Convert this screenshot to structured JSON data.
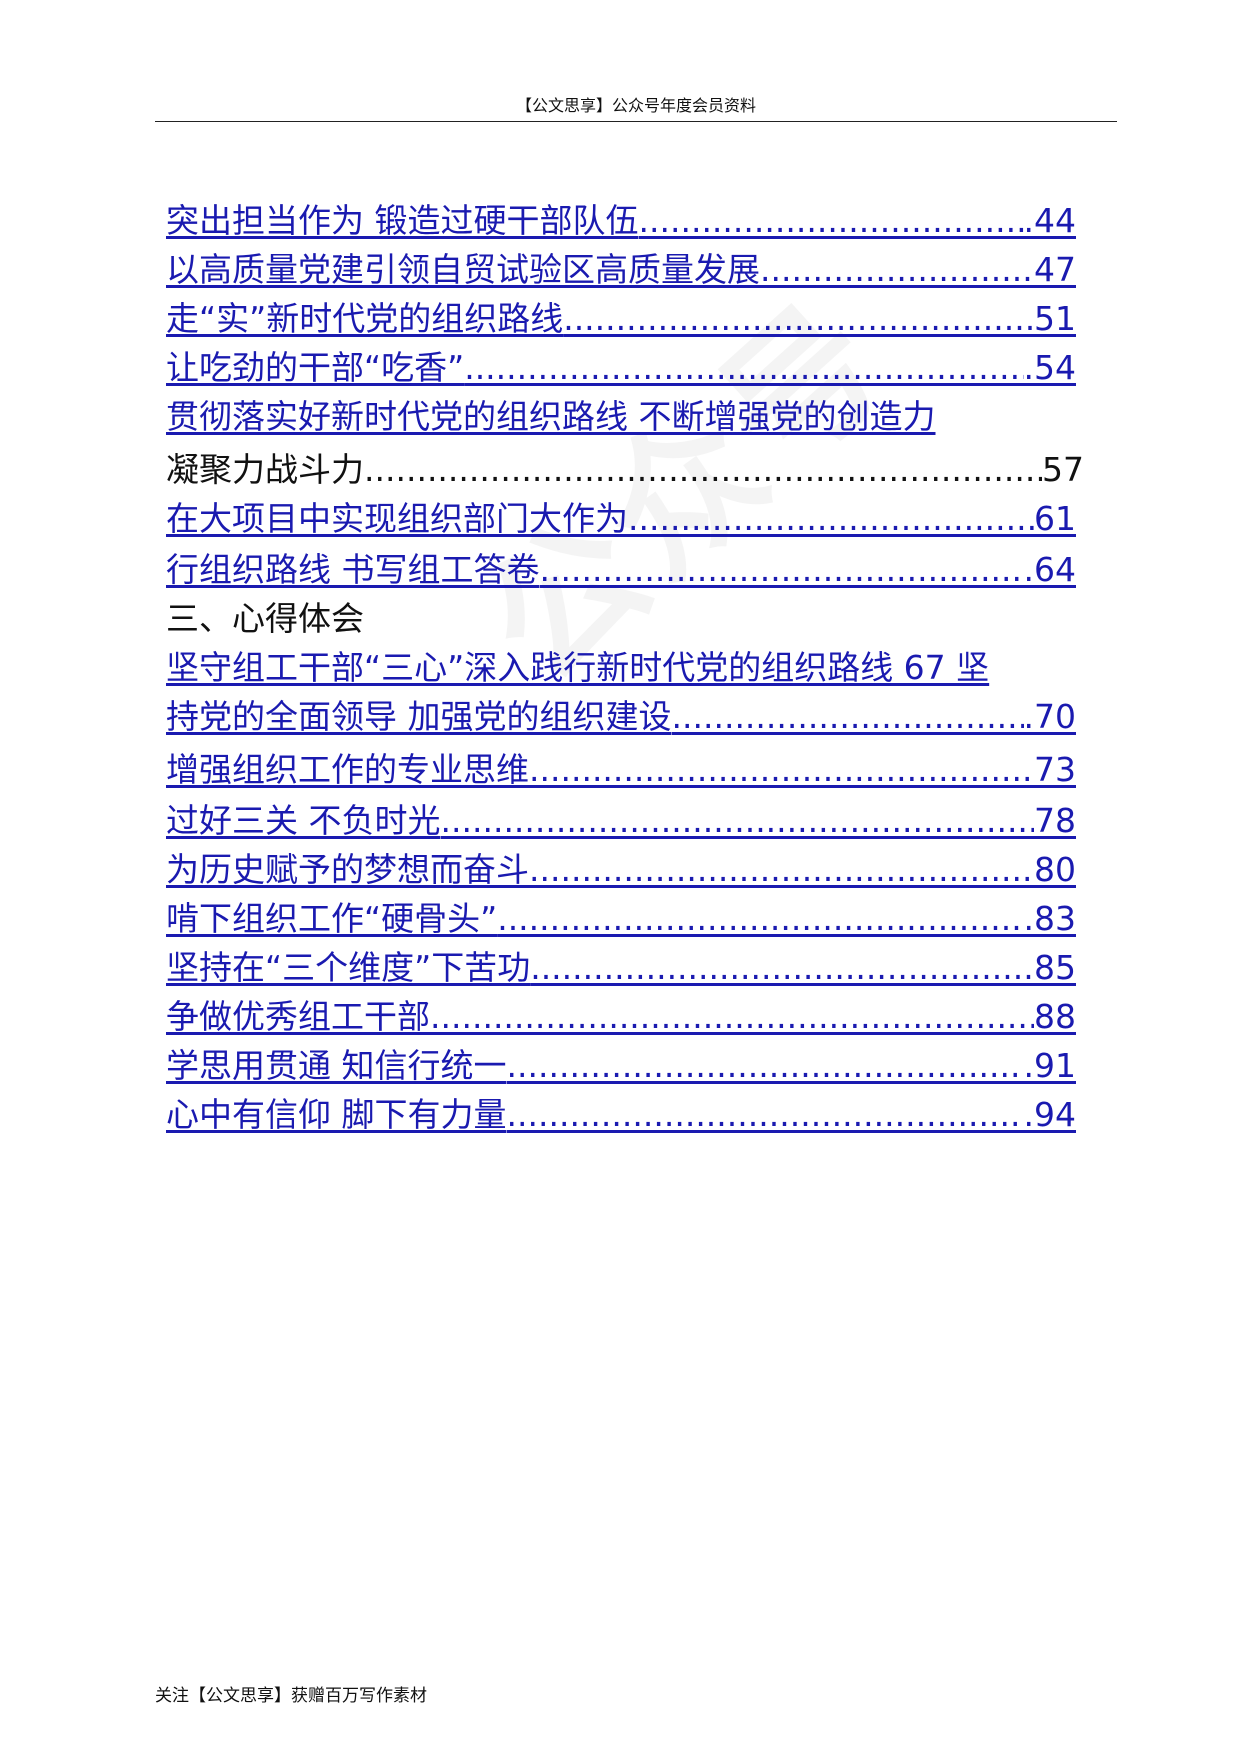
{
  "header": {
    "text": "【公文思享】公众号年度会员资料"
  },
  "watermark": {
    "text": "公众号"
  },
  "toc": {
    "entries": [
      {
        "title": "突出担当作为 锻造过硬干部队伍",
        "page": ".44"
      },
      {
        "title": "以高质量党建引领自贸试验区高质量发展",
        "page": "47"
      },
      {
        "title": "走“实”新时代党的组织路线",
        "page": "51"
      },
      {
        "title": "让吃劲的干部“吃香”",
        "page": ".54"
      },
      {
        "title_line1": "贯彻落实好新时代党的组织路线 不断增强党的创造力",
        "title_line2": "凝聚力战斗力",
        "page": "57"
      },
      {
        "title": "在大项目中实现组织部门大作为",
        "page": "61"
      },
      {
        "title": "行组织路线 书写组工答卷",
        "page": ".64"
      },
      {
        "section": "三、心得体会"
      },
      {
        "title_line1": "坚守组工干部“三心”深入践行新时代党的组织路线 67 坚",
        "title_line2": "持党的全面领导 加强党的组织建设",
        "page": ".70"
      },
      {
        "title": "增强组织工作的专业思维",
        "page": "73"
      },
      {
        "title": "过好三关 不负时光",
        "page": "78"
      },
      {
        "title": "为历史赋予的梦想而奋斗",
        "page": "80"
      },
      {
        "title": "啃下组织工作“硬骨头”",
        "page": ".83"
      },
      {
        "title": "坚持在“三个维度”下苦功",
        "page": "85"
      },
      {
        "title": "争做优秀组工干部",
        "page": "88"
      },
      {
        "title": "学思用贯通 知信行统一",
        "page": ".91"
      },
      {
        "title": "心中有信仰 脚下有力量",
        "page": ".94"
      }
    ]
  },
  "footer": {
    "text": "关注【公文思享】获赠百万写作素材"
  }
}
